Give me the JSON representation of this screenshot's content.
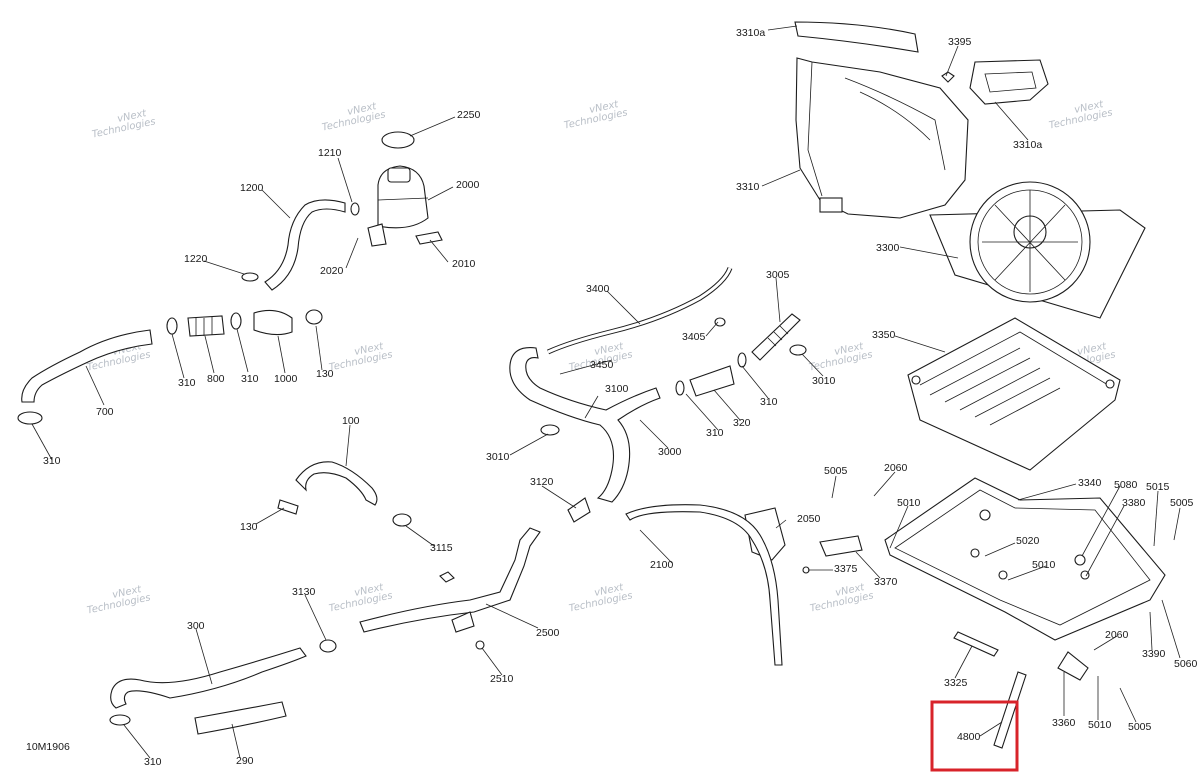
{
  "diagram_code": "10M1906",
  "watermark_line1": "vNext",
  "watermark_line2": "Technologies",
  "highlight_color": "#d8232a",
  "parts": [
    {
      "label": "3310a"
    },
    {
      "label": "3395"
    },
    {
      "label": "3310a"
    },
    {
      "label": "2250"
    },
    {
      "label": "1210"
    },
    {
      "label": "2000"
    },
    {
      "label": "1200"
    },
    {
      "label": "2020"
    },
    {
      "label": "2010"
    },
    {
      "label": "1220"
    },
    {
      "label": "3310"
    },
    {
      "label": "3300"
    },
    {
      "label": "3400"
    },
    {
      "label": "3005"
    },
    {
      "label": "3405"
    },
    {
      "label": "3450"
    },
    {
      "label": "3010"
    },
    {
      "label": "3350"
    },
    {
      "label": "310"
    },
    {
      "label": "800"
    },
    {
      "label": "310"
    },
    {
      "label": "1000"
    },
    {
      "label": "130"
    },
    {
      "label": "700"
    },
    {
      "label": "3100"
    },
    {
      "label": "310"
    },
    {
      "label": "320"
    },
    {
      "label": "310"
    },
    {
      "label": "3010"
    },
    {
      "label": "3000"
    },
    {
      "label": "310"
    },
    {
      "label": "100"
    },
    {
      "label": "3120"
    },
    {
      "label": "5005"
    },
    {
      "label": "2060"
    },
    {
      "label": "3340"
    },
    {
      "label": "5080"
    },
    {
      "label": "5015"
    },
    {
      "label": "5005"
    },
    {
      "label": "130"
    },
    {
      "label": "3115"
    },
    {
      "label": "5010"
    },
    {
      "label": "3380"
    },
    {
      "label": "2050"
    },
    {
      "label": "5020"
    },
    {
      "label": "2100"
    },
    {
      "label": "3375"
    },
    {
      "label": "3370"
    },
    {
      "label": "5010"
    },
    {
      "label": "3130"
    },
    {
      "label": "300"
    },
    {
      "label": "2500"
    },
    {
      "label": "2510"
    },
    {
      "label": "3390"
    },
    {
      "label": "5060"
    },
    {
      "label": "2060"
    },
    {
      "label": "3325"
    },
    {
      "label": "3360"
    },
    {
      "label": "5010"
    },
    {
      "label": "5005"
    },
    {
      "label": "4800"
    },
    {
      "label": "310"
    },
    {
      "label": "290"
    }
  ]
}
